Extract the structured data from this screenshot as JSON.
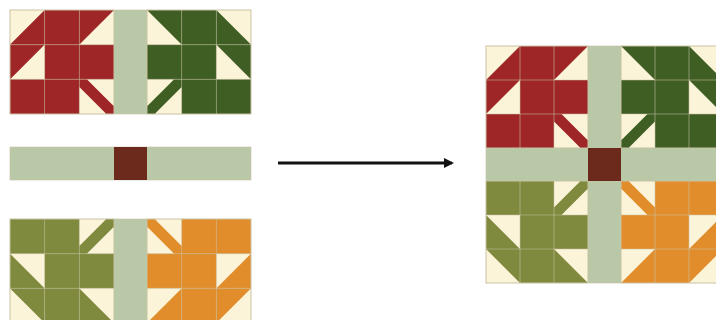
{
  "diagram": {
    "colors": {
      "background": "#fbf4d9",
      "grid_line": "#c9c2a4",
      "sashing": "#b9c9a8",
      "cornerstone": "#6b2a1c",
      "arrow": "#111111",
      "leaves": {
        "red": "#9e2626",
        "dark_green": "#3f5e24",
        "olive": "#7f8a3e",
        "orange": "#e28d2c"
      }
    },
    "left_column": {
      "top_row_leaves": [
        "red",
        "dark_green"
      ],
      "sashing_strip": "sashing-with-cornerstone",
      "bottom_row_leaves": [
        "olive",
        "orange"
      ]
    },
    "connector": "arrow-right",
    "right_block": {
      "leaves": [
        "red",
        "dark_green",
        "olive",
        "orange"
      ],
      "center": "cornerstone"
    }
  }
}
